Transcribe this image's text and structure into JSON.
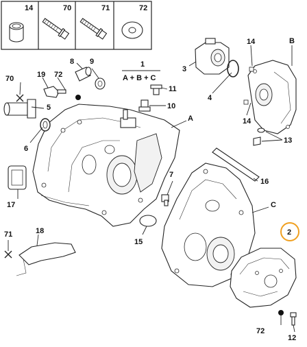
{
  "header_panel": {
    "boxes": [
      {
        "label": "14"
      },
      {
        "label": "70"
      },
      {
        "label": "71"
      },
      {
        "label": "72"
      }
    ]
  },
  "formula": {
    "index": "1",
    "expression": "A + B + C"
  },
  "callouts": {
    "p1": "8",
    "p2": "9",
    "p3": "19",
    "p4": "72",
    "p5": "70",
    "p6": "5",
    "p7": "6",
    "p8": "11",
    "p9": "10",
    "p10": "3",
    "p11": "4",
    "p12": "14",
    "p13": "B",
    "p14": "14",
    "p15": "13",
    "p16": "A",
    "p17": "7",
    "p18": "16",
    "p19": "17",
    "p20": "15",
    "p21": "C",
    "p22": "71",
    "p23": "18",
    "p24": "2",
    "p25": "72",
    "p26": "12"
  },
  "highlight_color": "#f0a020"
}
